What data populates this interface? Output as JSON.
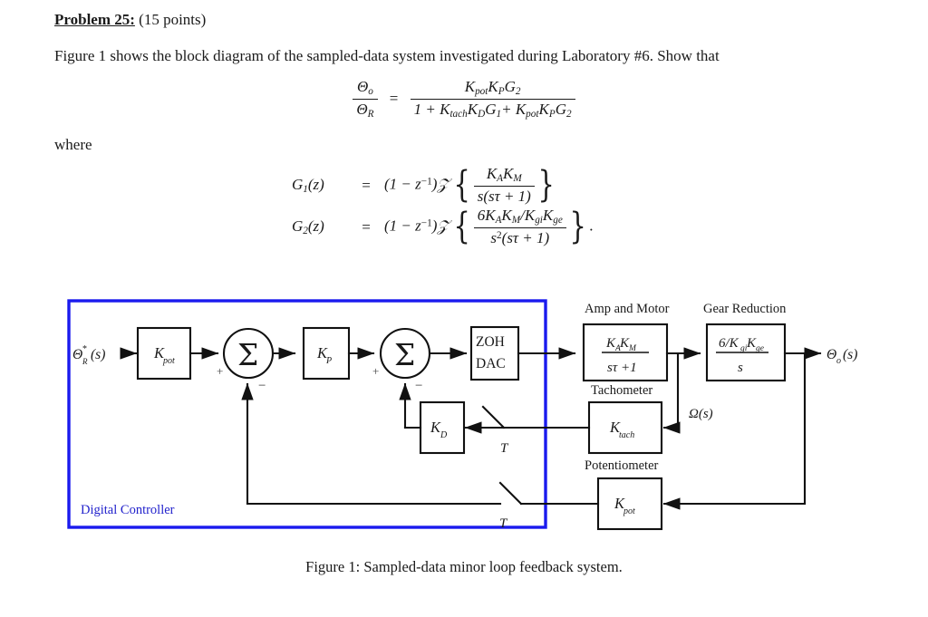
{
  "problem": {
    "heading_bold": "Problem 25:",
    "heading_rest": "(15 points)",
    "paragraph": "Figure 1 shows the block diagram of the sampled-data system investigated during Laboratory #6. Show that",
    "where": "where"
  },
  "equations": {
    "main": {
      "lhs_num": "Θ",
      "lhs_num_sub": "o",
      "lhs_den": "Θ",
      "lhs_den_sub": "R",
      "equals": "=",
      "rhs_num": "K",
      "rhs_num_sub1": "pot",
      "rhs_num_k2": "K",
      "rhs_num_sub2": "P",
      "rhs_num_g": "G",
      "rhs_num_g_sub": "2",
      "rhs_den": "1 + K",
      "rhs_den_sub1": "tach",
      "rhs_den_k2": "K",
      "rhs_den_sub2": "D",
      "rhs_den_g1": "G",
      "rhs_den_g1_sub": "1",
      "rhs_den_plus": "+ K",
      "rhs_den_sub3": "pot",
      "rhs_den_k4": "K",
      "rhs_den_sub4": "P",
      "rhs_den_g2": "G",
      "rhs_den_g2_sub": "2"
    },
    "g1": {
      "lhs": "G",
      "lhs_sub": "1",
      "lhs_arg": "(z)",
      "equals": "=",
      "factor": "(1 − z",
      "factor_exp": "−1",
      "factor_close": ")",
      "ztransform": "𝒵",
      "num": "K",
      "num_sub1": "A",
      "num_k2": "K",
      "num_sub2": "M",
      "den": "s(sτ + 1)",
      "trailing": ""
    },
    "g2": {
      "lhs": "G",
      "lhs_sub": "2",
      "lhs_arg": "(z)",
      "equals": "=",
      "factor": "(1 − z",
      "factor_exp": "−1",
      "factor_close": ")",
      "ztransform": "𝒵",
      "num": "6K",
      "num_sub1": "A",
      "num_k2": "K",
      "num_sub2": "M",
      "num_div": "/K",
      "num_sub3": "gi",
      "num_k4": "K",
      "num_sub4": "ge",
      "den": "s",
      "den_exp": "2",
      "den_rest": "(sτ + 1)",
      "trailing": "."
    }
  },
  "figure": {
    "caption": "Figure 1: Sampled-data minor loop feedback system.",
    "controller_box_label": "Digital Controller",
    "controller_box_color": "#1a1aee",
    "input_signal": {
      "theta": "Θ",
      "star": "*",
      "sub": "R",
      "arg": "(s)"
    },
    "output_signal": {
      "theta": "Θ",
      "sub": "o",
      "arg": "(s)"
    },
    "omega_signal": "Ω(s)",
    "blocks": [
      {
        "id": "kpot-in",
        "label_k": "K",
        "label_sub": "pot"
      },
      {
        "id": "kp",
        "label_k": "K",
        "label_sub": "P"
      },
      {
        "id": "zoh",
        "line1": "ZOH",
        "line2": "DAC"
      },
      {
        "id": "kd",
        "label_k": "K",
        "label_sub": "D"
      },
      {
        "id": "amp-motor",
        "num_k1": "K",
        "num_sub1": "A",
        "num_k2": "K",
        "num_sub2": "M",
        "den": "sτ +1"
      },
      {
        "id": "gear",
        "num": "6/K",
        "num_sub1": "gi",
        "num_k2": "K",
        "num_sub2": "ge",
        "den": "s"
      },
      {
        "id": "tach",
        "label_k": "K",
        "label_sub": "tach"
      },
      {
        "id": "pot",
        "label_k": "K",
        "label_sub": "pot"
      }
    ],
    "group_labels": {
      "amp_motor": "Amp and Motor",
      "gear_reduction": "Gear Reduction",
      "tachometer": "Tachometer",
      "potentiometer": "Potentiometer"
    },
    "summers": [
      {
        "id": "summer-1",
        "glyph": "Σ",
        "plus": "+",
        "minus": "−"
      },
      {
        "id": "summer-2",
        "glyph": "Σ",
        "plus": "+",
        "minus": "−"
      }
    ],
    "samplers": [
      {
        "id": "sampler-tach",
        "period_label": "T"
      },
      {
        "id": "sampler-pot",
        "period_label": "T"
      }
    ]
  }
}
